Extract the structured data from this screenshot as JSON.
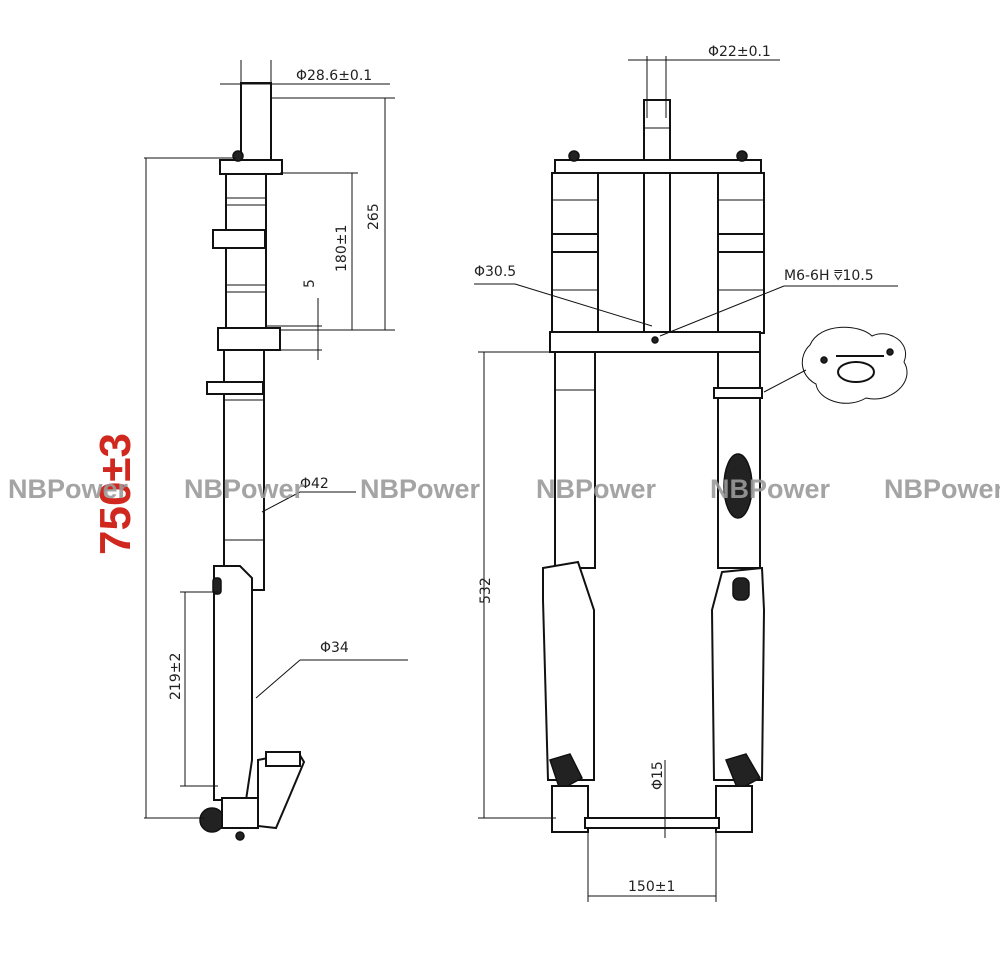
{
  "watermark": "NBPower",
  "total_length": "750±3",
  "side_view": {
    "steerer_diameter": "Φ28.6±0.1",
    "steerer_length": "265",
    "crown_spacing": "180±1",
    "gap": "5",
    "stanchion_diameter": "Φ42",
    "lower_diameter": "Φ34",
    "lower_length": "219±2"
  },
  "front_view": {
    "steerer_diameter": "Φ22±0.1",
    "bore_diameter": "Φ30.5",
    "thread": "M6-6H",
    "thread_depth": "10.5",
    "crown_to_axle": "532",
    "axle_diameter": "Φ15",
    "axle_width": "150±1"
  }
}
